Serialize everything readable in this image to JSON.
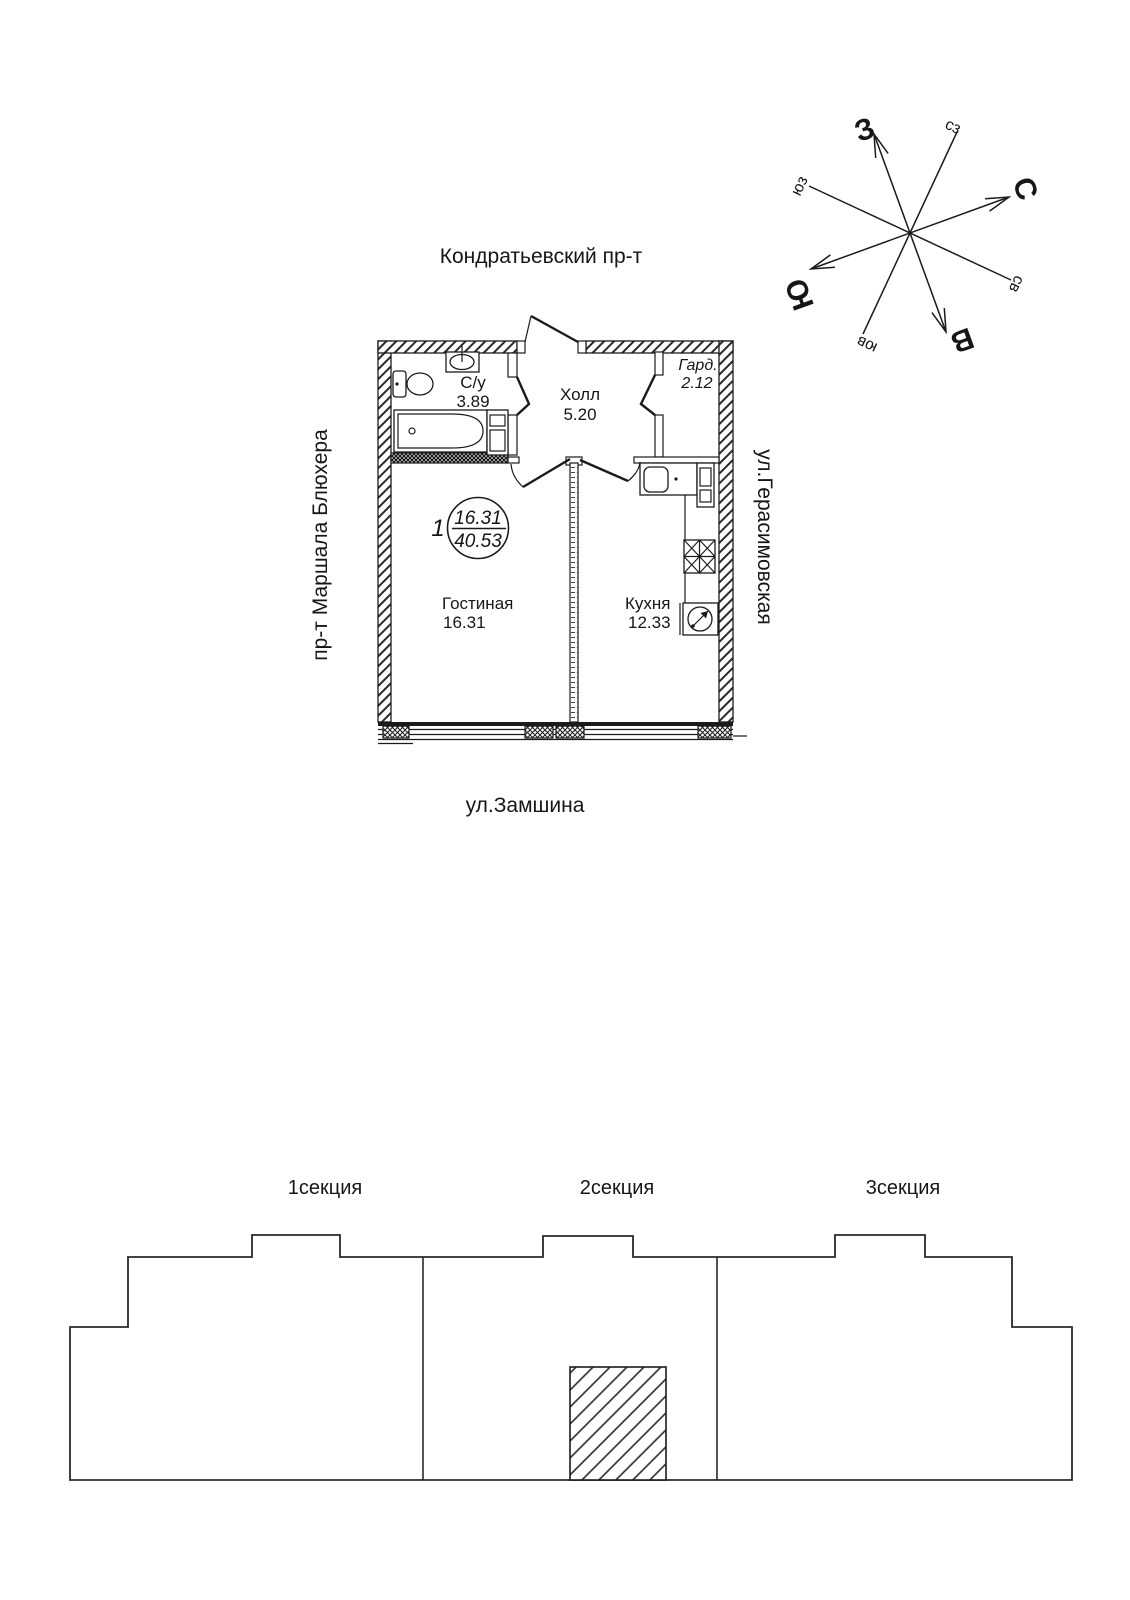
{
  "colors": {
    "ink": "#1b1b1b",
    "background": "#ffffff"
  },
  "streets": {
    "top": "Кондратьевский пр-т",
    "left": "пр-т Маршала Блюхера",
    "right": "ул.Герасимовская",
    "bottom": "ул.Замшина"
  },
  "compass": {
    "cardinal": {
      "north": "С",
      "east": "В",
      "south": "Ю",
      "west": "З"
    },
    "intercardinal": {
      "northwest": "сз",
      "northeast": "св",
      "southwest": "юз",
      "southeast": "юв"
    }
  },
  "apartment": {
    "number": "1",
    "living_area": "16.31",
    "total_area": "40.53"
  },
  "rooms": {
    "bathroom": {
      "name": "С/у",
      "area": "3.89"
    },
    "hall": {
      "name": "Холл",
      "area": "5.20"
    },
    "wardrobe": {
      "name": "Гард.",
      "area": "2.12"
    },
    "living": {
      "name": "Гостиная",
      "area": "16.31"
    },
    "kitchen": {
      "name": "Кухня",
      "area": "12.33"
    }
  },
  "sections": {
    "s1": "1секция",
    "s2": "2секция",
    "s3": "3секция"
  }
}
